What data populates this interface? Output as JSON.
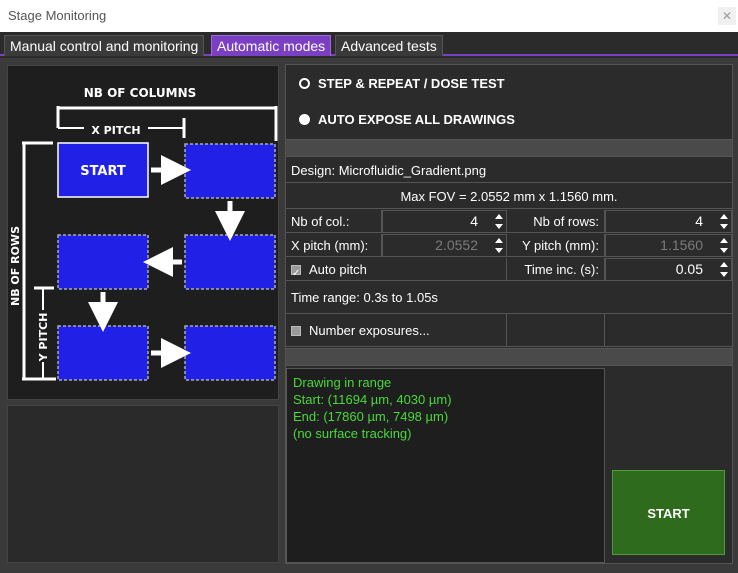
{
  "window": {
    "title": "Stage Monitoring",
    "close_glyph": "✕"
  },
  "tabs": [
    {
      "label": "Manual control and monitoring",
      "active": false
    },
    {
      "label": "Automatic modes",
      "active": true
    },
    {
      "label": "Advanced tests",
      "active": false
    }
  ],
  "diagram": {
    "nb_columns_label": "NB OF COLUMNS",
    "x_pitch_label": "X PITCH",
    "nb_rows_label": "NB OF ROWS",
    "y_pitch_label": "Y PITCH",
    "start_label": "START",
    "block_color": "#2020e6"
  },
  "modes": {
    "step_repeat": {
      "label": "STEP & REPEAT / DOSE TEST",
      "checked": false
    },
    "auto_expose": {
      "label": "AUTO EXPOSE ALL DRAWINGS",
      "checked": true
    }
  },
  "design": {
    "text": "Design: Microfluidic_Gradient.png"
  },
  "fov": {
    "text": "Max FOV = 2.0552 mm x 1.1560 mm."
  },
  "params": {
    "nb_cols": {
      "label": "Nb of col.:",
      "value": "4"
    },
    "nb_rows": {
      "label": "Nb of rows:",
      "value": "4"
    },
    "x_pitch": {
      "label": "X pitch (mm):",
      "value": "2.0552"
    },
    "y_pitch": {
      "label": "Y pitch (mm):",
      "value": "1.1560"
    },
    "auto_pitch": {
      "label": "Auto pitch",
      "checked": true
    },
    "time_inc": {
      "label": "Time inc. (s):",
      "value": "0.05"
    },
    "time_range": "Time range: 0.3s to 1.05s",
    "number_exposures": {
      "label": "Number exposures...",
      "checked": false
    }
  },
  "log": {
    "lines": [
      "Drawing in range",
      "Start: (11694 µm, 4030 µm)",
      "End: (17860 µm, 7498 µm)",
      "(no surface tracking)"
    ],
    "color": "#4ad83a"
  },
  "start_button": {
    "label": "START",
    "color": "#2e6b1c"
  }
}
